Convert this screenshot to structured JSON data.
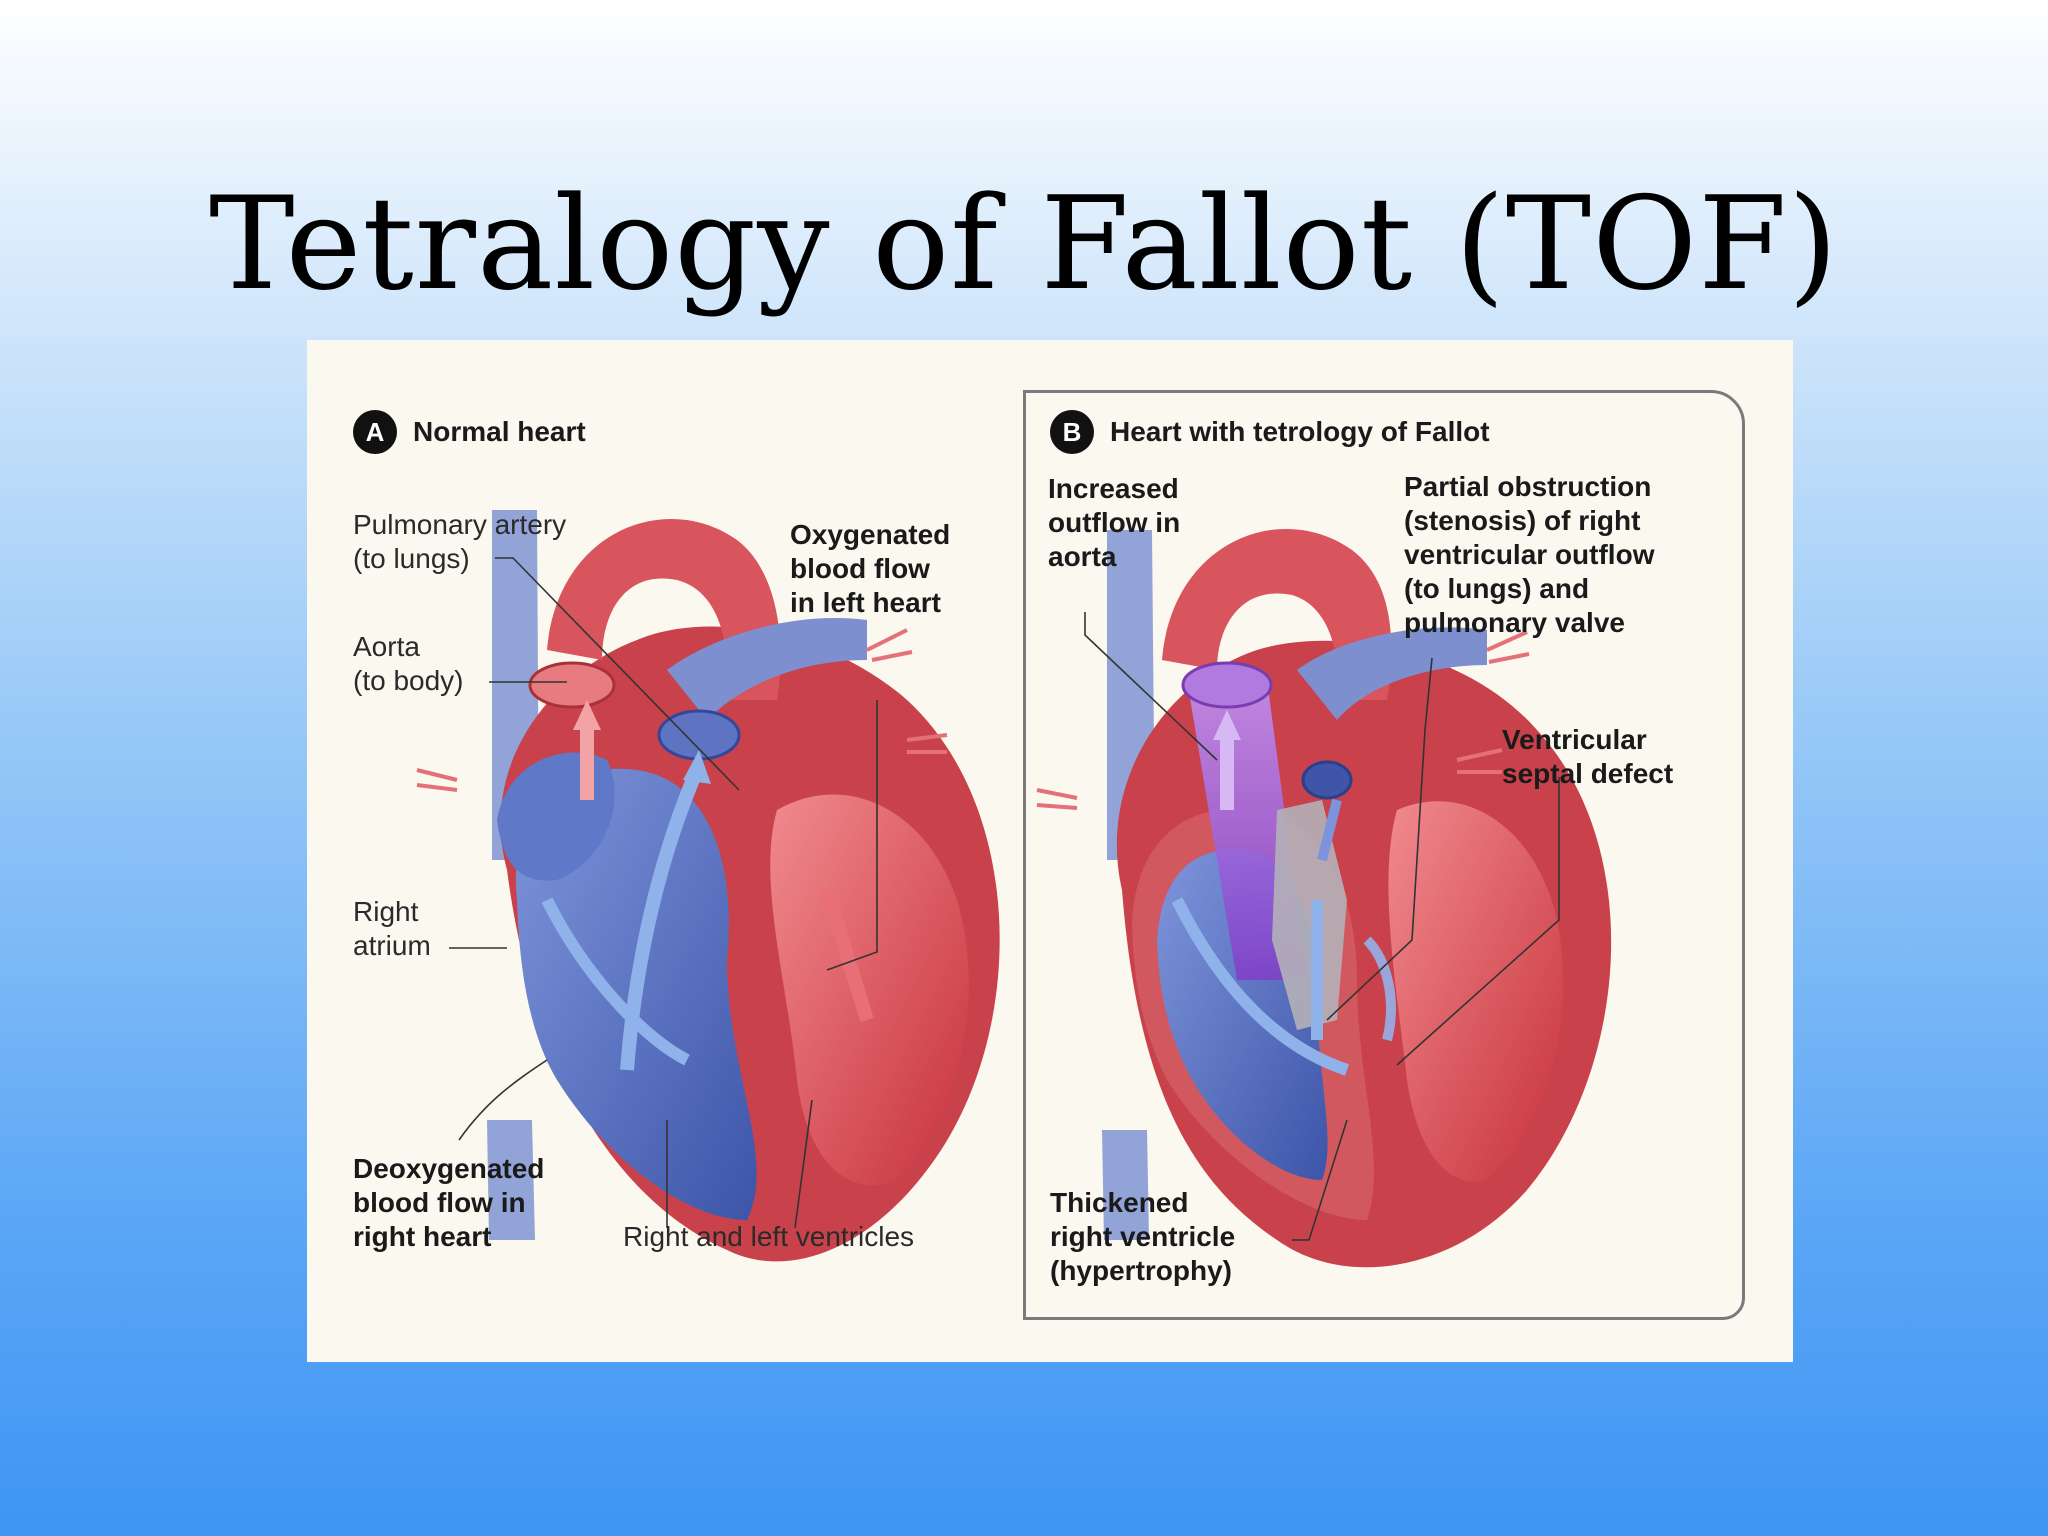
{
  "slide": {
    "title": "Tetralogy of Fallot (TOF)"
  },
  "panel_a": {
    "badge": "A",
    "heading": "Normal heart",
    "labels": {
      "pulmonary_artery": [
        "Pulmonary artery",
        "(to lungs)"
      ],
      "aorta": [
        "Aorta",
        "(to body)"
      ],
      "oxygenated": [
        "Oxygenated",
        "blood flow",
        "in left heart"
      ],
      "right_atrium": [
        "Right",
        "atrium"
      ],
      "deoxygenated": [
        "Deoxygenated",
        "blood flow in",
        "right heart"
      ],
      "ventricles": [
        "Right and left ventricles"
      ]
    }
  },
  "panel_b": {
    "badge": "B",
    "heading": "Heart with tetrology of Fallot",
    "labels": {
      "increased_outflow": [
        "Increased",
        "outflow in",
        "aorta"
      ],
      "partial_obstruction": [
        "Partial obstruction",
        "(stenosis) of right",
        "ventricular outflow",
        "(to lungs) and",
        "pulmonary valve"
      ],
      "vsd": [
        "Ventricular",
        "septal defect"
      ],
      "thickened": [
        "Thickened",
        "right ventricle",
        "(hypertrophy)"
      ]
    }
  },
  "colors": {
    "oxygenated_red": "#d9444c",
    "deoxygenated_blue": "#4a63b8",
    "mixed_purple": "#a060d8",
    "figure_background": "#fbf8ef"
  }
}
